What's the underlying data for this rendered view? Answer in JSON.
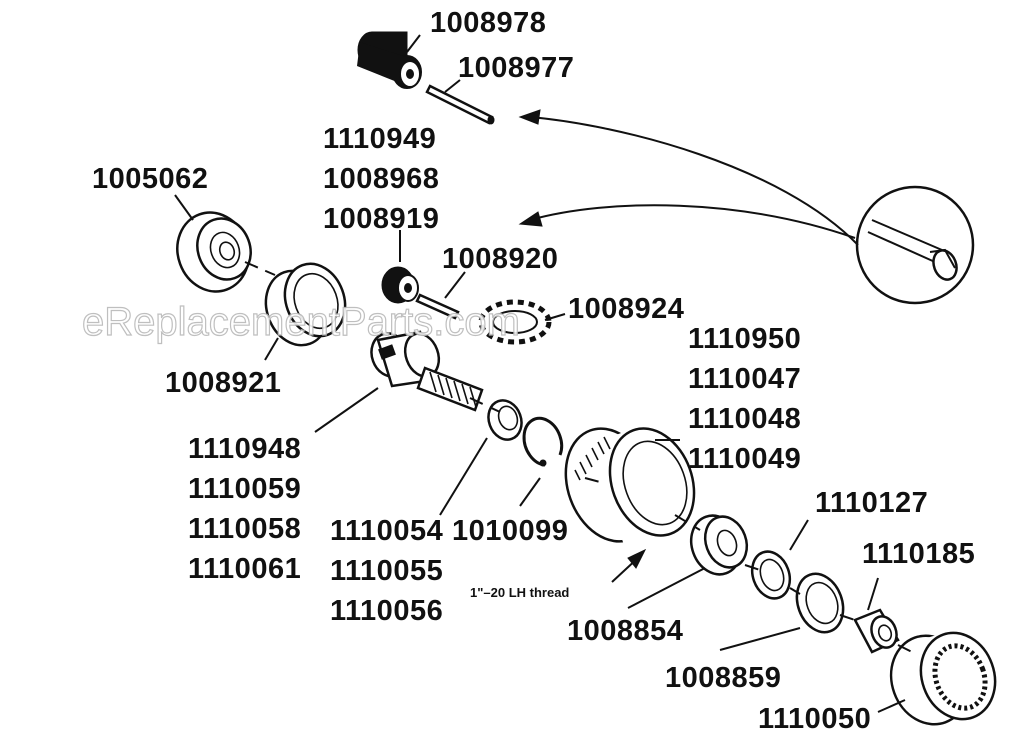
{
  "watermark": "eReplacementParts.com",
  "thread_note": "1\"–20 LH thread",
  "labels": {
    "l1008978": "1008978",
    "l1008977": "1008977",
    "l1110949": "1110949",
    "l1008968": "1008968",
    "l1008919": "1008919",
    "l1005062": "1005062",
    "l1008920": "1008920",
    "l1008924": "1008924",
    "l1008921": "1008921",
    "l1110950": "1110950",
    "l1110047": "1110047",
    "l1110048": "1110048",
    "l1110049": "1110049",
    "l1110948": "1110948",
    "l1110059": "1110059",
    "l1110058": "1110058",
    "l1110061": "1110061",
    "l1110054": "1110054",
    "l1110055": "1110055",
    "l1110056": "1110056",
    "l1010099": "1010099",
    "l1110127": "1110127",
    "l1110185": "1110185",
    "l1008854": "1008854",
    "l1008859": "1008859",
    "l1110050": "1110050"
  }
}
